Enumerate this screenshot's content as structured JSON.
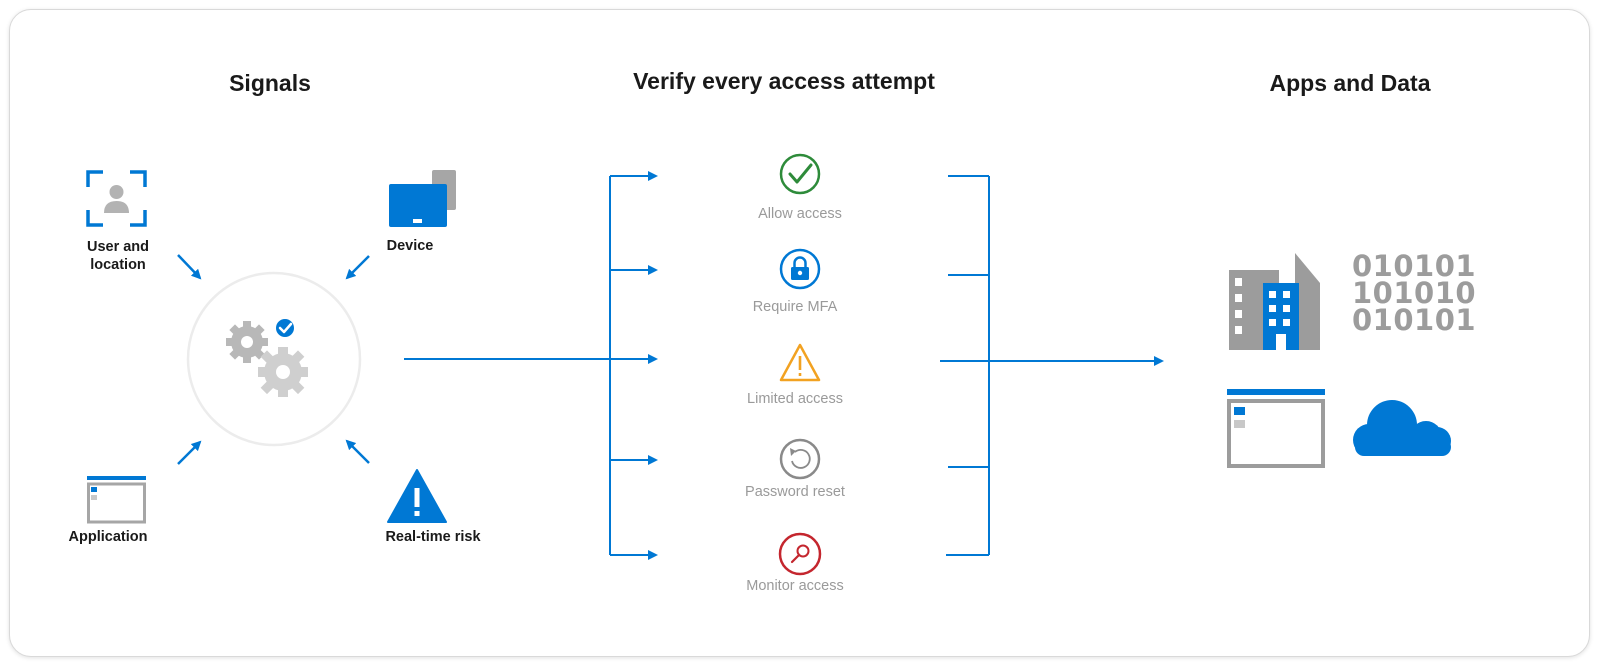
{
  "headings": {
    "signals": "Signals",
    "verify": "Verify every access attempt",
    "apps": "Apps and Data"
  },
  "signals": {
    "user": "User and\nlocation",
    "device": "Device",
    "application": "Application",
    "risk": "Real-time risk"
  },
  "outcomes": [
    {
      "label": "Allow access",
      "icon": "check-circle-icon",
      "color": "#2e8b3a"
    },
    {
      "label": "Require MFA",
      "icon": "lock-circle-icon",
      "color": "#0078d4"
    },
    {
      "label": "Limited access",
      "icon": "warning-triangle-icon",
      "color": "#f2a221"
    },
    {
      "label": "Password reset",
      "icon": "reset-circle-icon",
      "color": "#8a8a8a"
    },
    {
      "label": "Monitor access",
      "icon": "magnifier-circle-icon",
      "color": "#c4262e"
    }
  ],
  "apps_data": {
    "binary": [
      "010101",
      "101010",
      "010101"
    ],
    "icons": [
      "building-icon",
      "binary-data-icon",
      "app-window-icon",
      "cloud-icon"
    ]
  },
  "colors": {
    "accent": "#0078d4",
    "gray": "#9c9c9c",
    "text": "#1a1a1a"
  }
}
